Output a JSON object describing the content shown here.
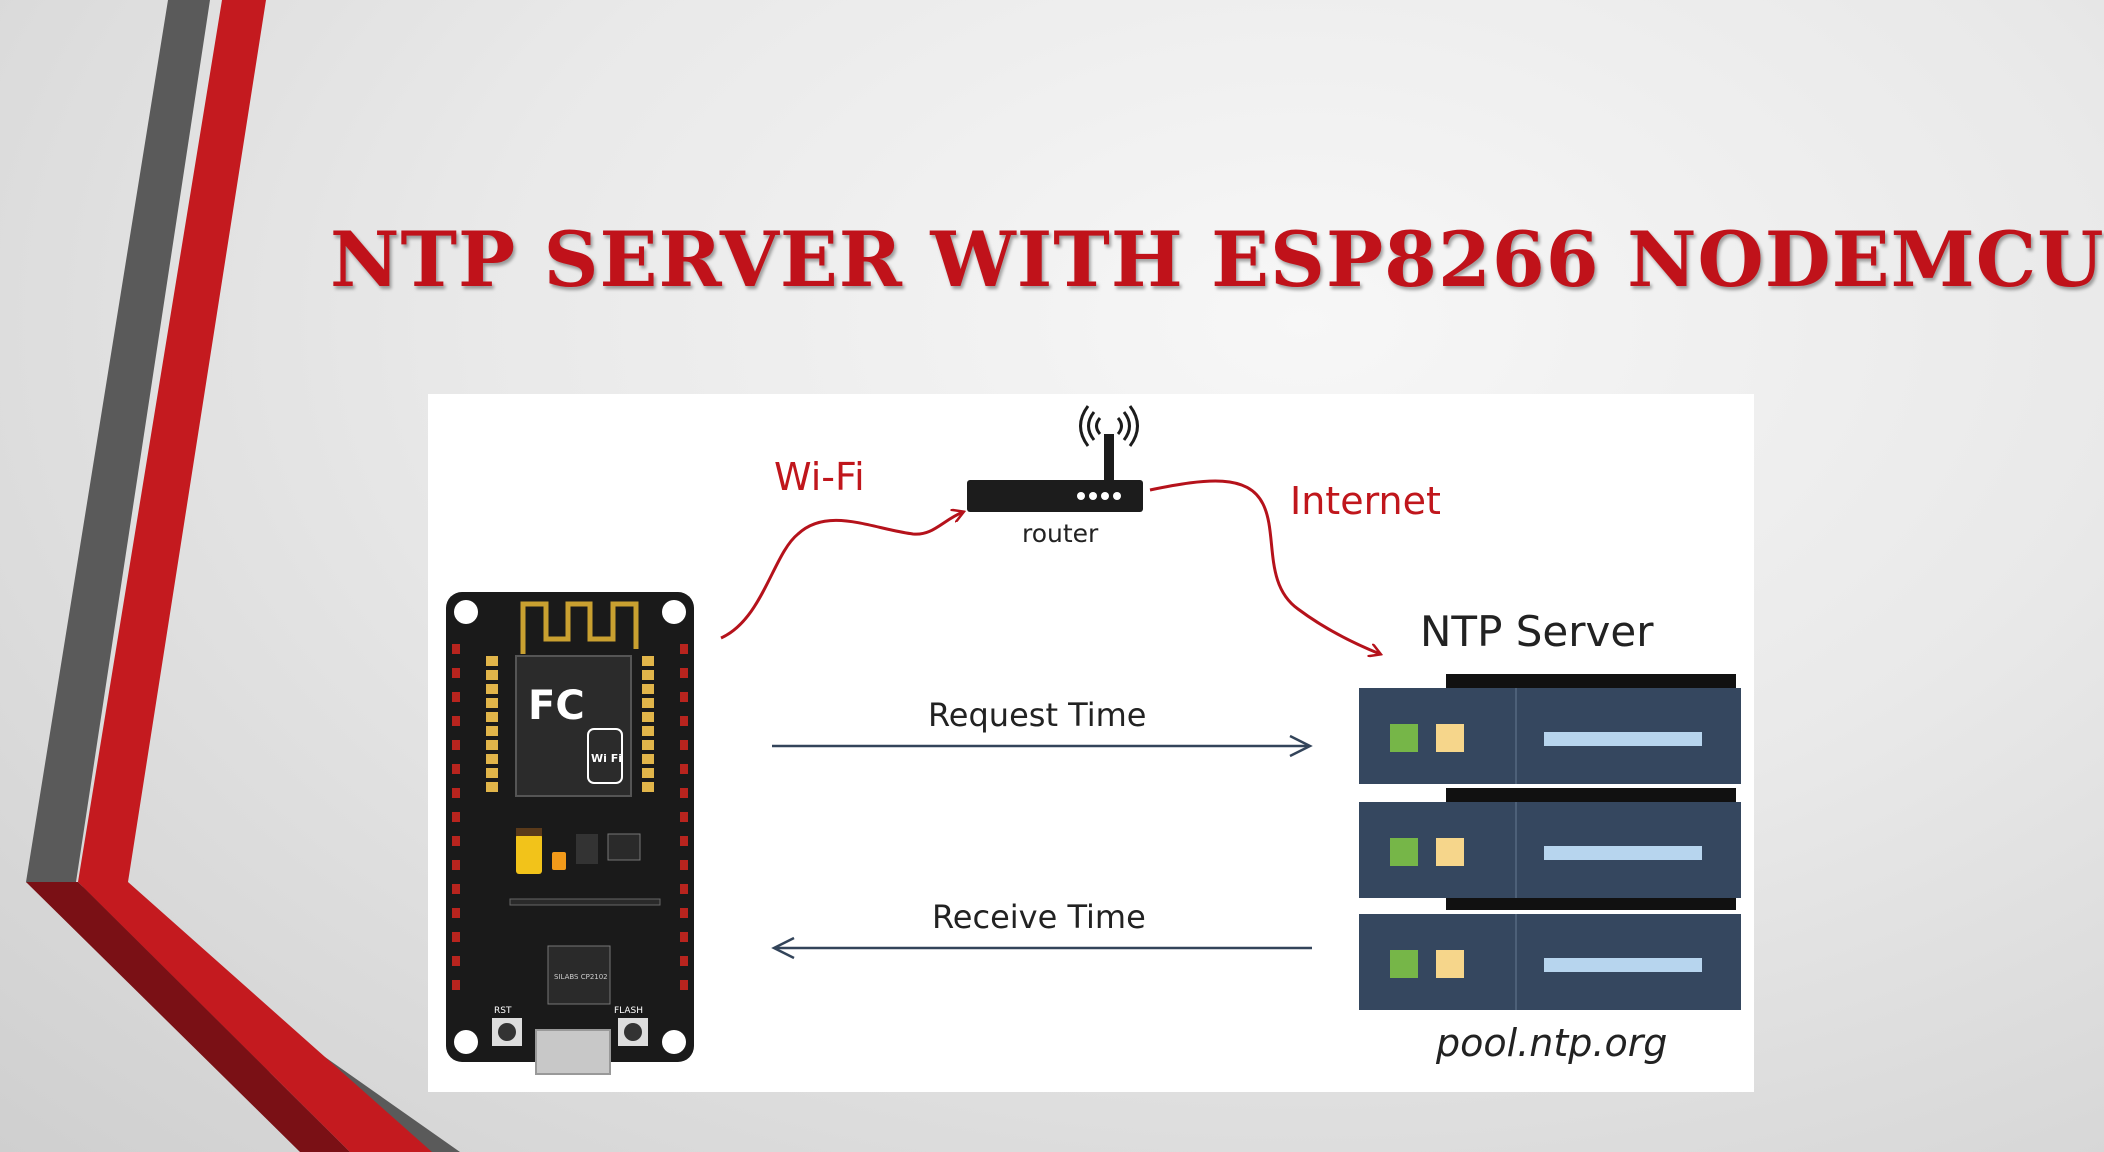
{
  "slide": {
    "title": "NTP Server with ESP8266 NodeMCU"
  },
  "diagram": {
    "wifi_label": "Wi-Fi",
    "internet_label": "Internet",
    "router_label": "router",
    "ntp_server_label": "NTP Server",
    "request_label": "Request Time",
    "receive_label": "Receive Time",
    "pool_label": "pool.ntp.org",
    "board": {
      "markings": [
        "FC",
        "Wi Fi"
      ],
      "rst_label": "RST",
      "flash_label": "FLASH",
      "chip_label": "SILABS CP2102"
    }
  },
  "colors": {
    "title_red": "#c0121a",
    "connection_red": "#b5121b",
    "arrow_navy": "#33445a",
    "server_body": "#35475f",
    "server_green": "#76b648",
    "server_yellow": "#f6d68b",
    "server_bar": "#b7d5ee",
    "board_black": "#1a1a1a"
  }
}
